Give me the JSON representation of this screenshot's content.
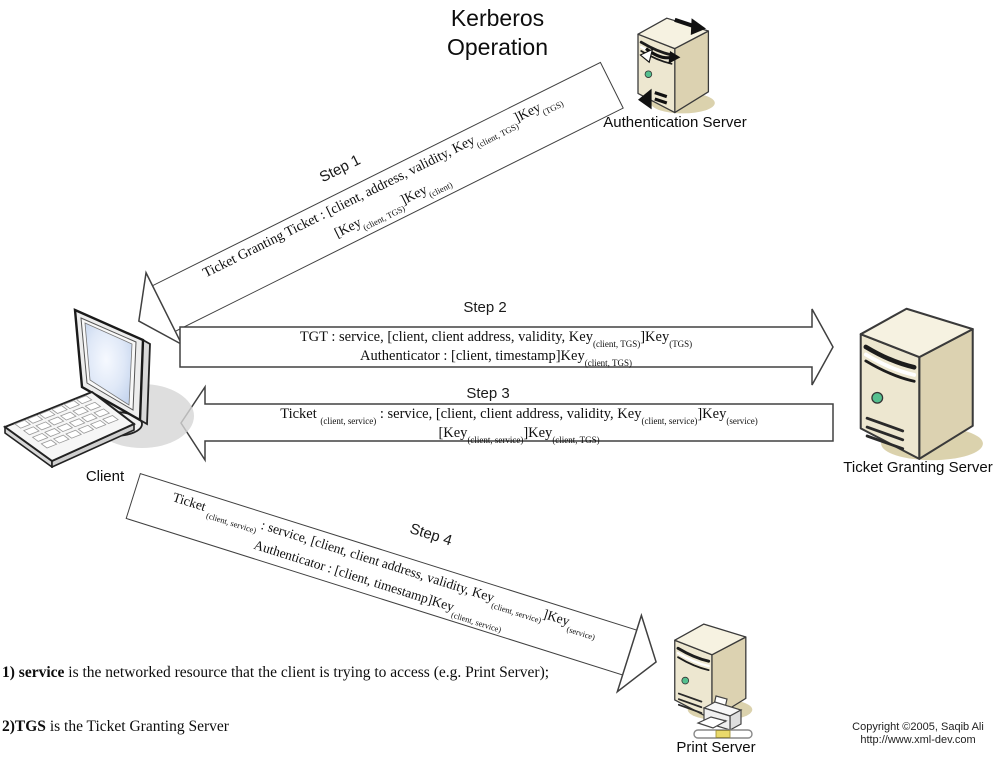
{
  "title": {
    "line1": "Kerberos",
    "line2": "Operation"
  },
  "entities": {
    "auth_server": {
      "label": "Authentication Server",
      "icon": "server-tower-with-sync-arrows"
    },
    "client": {
      "label": "Client",
      "icon": "desktop-monitor-and-keyboard"
    },
    "tgs": {
      "label": "Ticket Granting Server",
      "icon": "server-tower"
    },
    "print_server": {
      "label": "Print Server",
      "icon": "server-tower-with-printer-and-cable"
    }
  },
  "steps": [
    {
      "label": "Step 1",
      "direction": "auth-server-to-client",
      "line1": "Ticket Granting Ticket : [client, address, validity, Key~(client, TGS)~]Key~(TGS)~",
      "line2": "[Key~(client, TGS)~]Key~(client)~"
    },
    {
      "label": "Step 2",
      "direction": "client-to-tgs",
      "line1": "TGT : service, [client, client address, validity, Key~(client, TGS)~]Key~(TGS)~",
      "line2": "Authenticator : [client, timestamp]Key~(client, TGS)~"
    },
    {
      "label": "Step 3",
      "direction": "tgs-to-client",
      "line1": "Ticket ~(client, service)~ : service, [client, client address, validity, Key~(client, service)~]Key~(service)~",
      "line2": "[Key~(client, service)~]Key~(client, TGS)~"
    },
    {
      "label": "Step 4",
      "direction": "client-to-print-server",
      "line1": "Ticket ~(client, service)~ : service, [client, client address, validity, Key~(client, service)~]Key~(service)~",
      "line2": "Authenticator : [client, timestamp]Key~(client, service)~"
    }
  ],
  "footnotes": [
    {
      "bold": "1) service",
      "text": " is the networked resource that the client is trying to access  (e.g. Print Server);"
    },
    {
      "bold": "2)TGS",
      "text": " is the Ticket Granting Server"
    }
  ],
  "credit": {
    "line1": "Copyright ©2005, Saqib Ali",
    "line2": "http://www.xml-dev.com"
  },
  "colors": {
    "arrow_outline": "#404040",
    "tower_top": "#f6f2e1",
    "tower_front": "#ede7d0",
    "tower_side": "#dcd2b1",
    "tower_shadow": "#dbd2ad",
    "led": "#55c08f",
    "screen": "#d8e4f6",
    "monitor_body": "#ededed",
    "monitor_shadow": "#d6d6d6",
    "cable_center": "#e9d96b"
  }
}
